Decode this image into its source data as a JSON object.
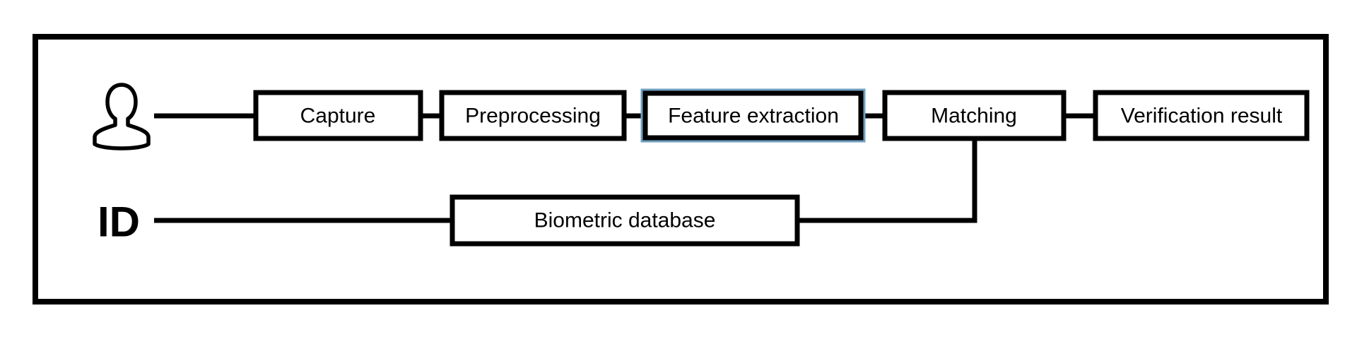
{
  "diagram": {
    "id_label": "ID",
    "steps": [
      {
        "key": "capture",
        "label": "Capture"
      },
      {
        "key": "preprocessing",
        "label": "Preprocessing"
      },
      {
        "key": "feature-extraction",
        "label": "Feature extraction",
        "highlighted": true
      },
      {
        "key": "matching",
        "label": "Matching"
      },
      {
        "key": "verification-result",
        "label": "Verification result"
      }
    ],
    "database": {
      "label": "Biometric database"
    },
    "icons": {
      "user": "user-icon"
    },
    "colors": {
      "stroke": "#000000",
      "highlight": "#6f9fbf",
      "background": "#ffffff"
    }
  }
}
